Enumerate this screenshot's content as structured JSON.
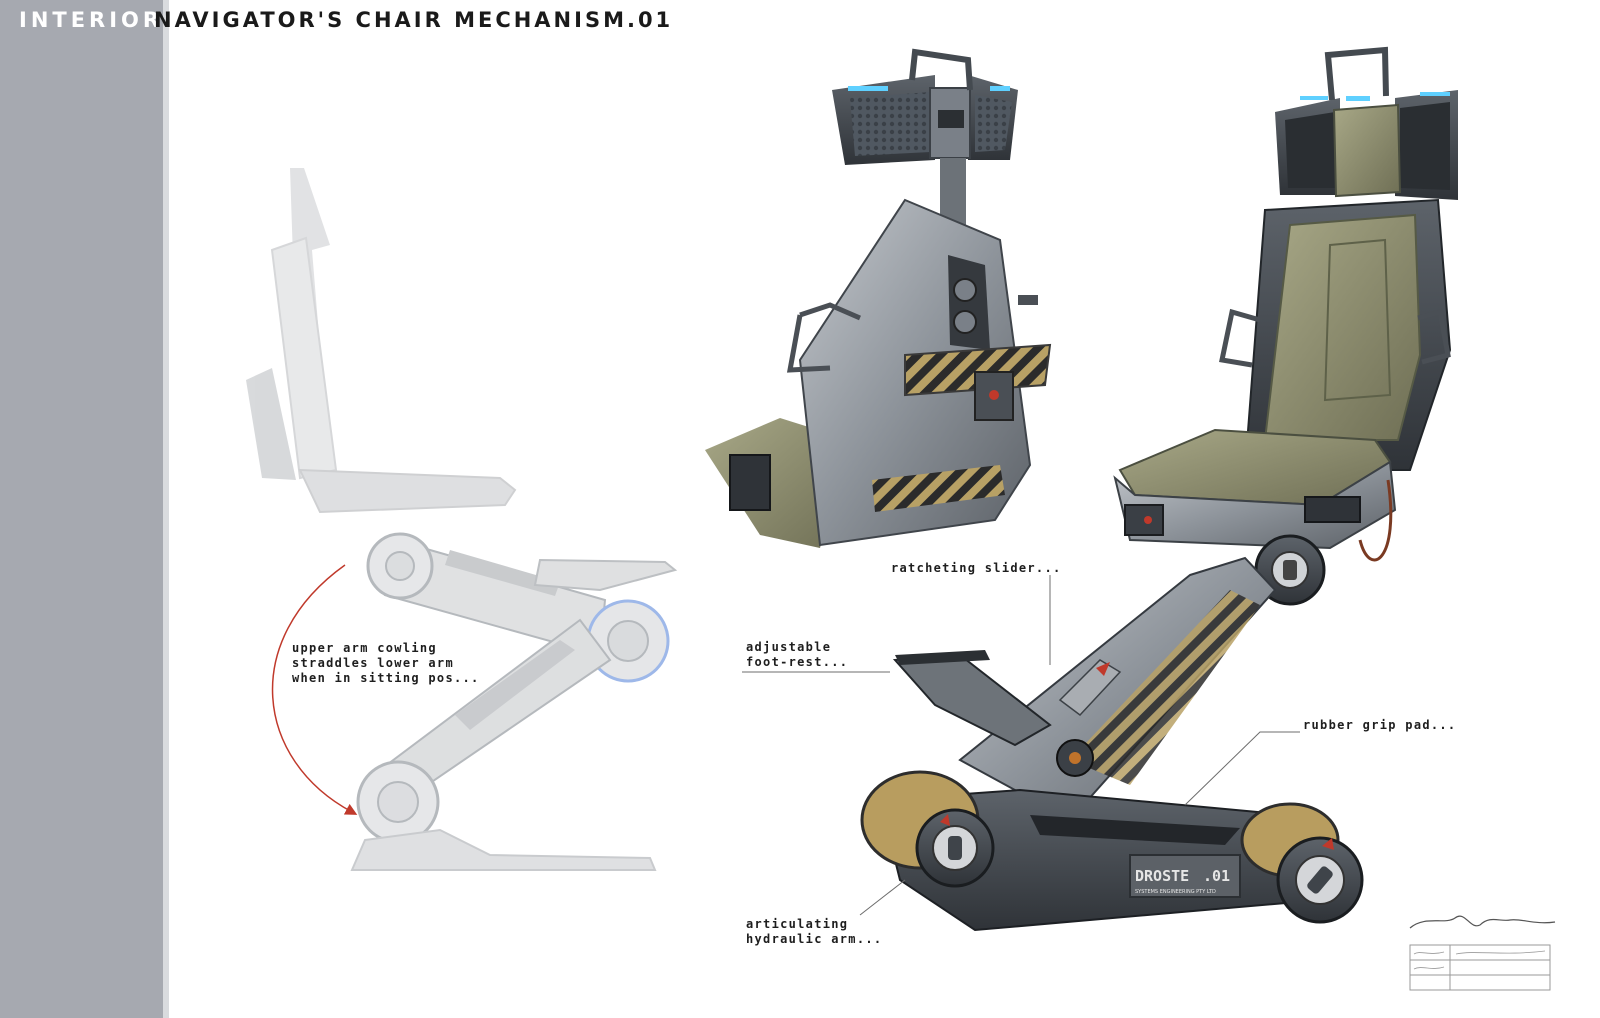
{
  "header": {
    "section_label": "INTERIOR:",
    "title": "NAVIGATOR'S CHAIR MECHANISM.01"
  },
  "callouts": {
    "upper_arm": "upper arm cowling\nstraddles lower arm\nwhen in sitting pos...",
    "ratcheting_slider": "ratcheting slider...",
    "adjustable_footrest": "adjustable\nfoot-rest...",
    "rubber_grip_pad": "rubber grip pad...",
    "articulating_arm": "articulating\nhydraulic arm..."
  },
  "decals": {
    "brand": "DROSTE",
    "model": ".01",
    "subtitle": "SYSTEMS ENGINEERING PTY LTD"
  },
  "colors": {
    "sidebar": "#a6a9b0",
    "metal": "#8e949b",
    "metal_dark": "#3f444a",
    "cushion": "#8e8e6c",
    "hazard_yellow": "#b8a165",
    "accent_light": "#5fd0ff",
    "arrow_red": "#c0392b"
  }
}
